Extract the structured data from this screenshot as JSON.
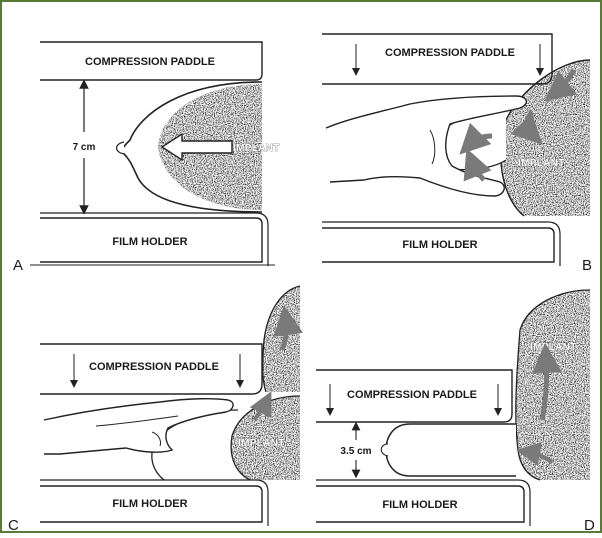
{
  "figure": {
    "border_color": "#5a7a3a",
    "panels": [
      {
        "letter": "A",
        "paddle_label": "COMPRESSION PADDLE",
        "holder_label": "FILM HOLDER",
        "implant_label": "IMPLANT",
        "measurement": "7 cm"
      },
      {
        "letter": "B",
        "paddle_label": "COMPRESSION PADDLE",
        "holder_label": "FILM HOLDER",
        "implant_label": "IMPLANT"
      },
      {
        "letter": "C",
        "paddle_label": "COMPRESSION PADDLE",
        "holder_label": "FILM HOLDER",
        "implant_label": "IMPLANT"
      },
      {
        "letter": "D",
        "paddle_label": "COMPRESSION PADDLE",
        "holder_label": "FILM HOLDER",
        "implant_label": "IMPLANT",
        "measurement": "3.5 cm"
      }
    ]
  }
}
